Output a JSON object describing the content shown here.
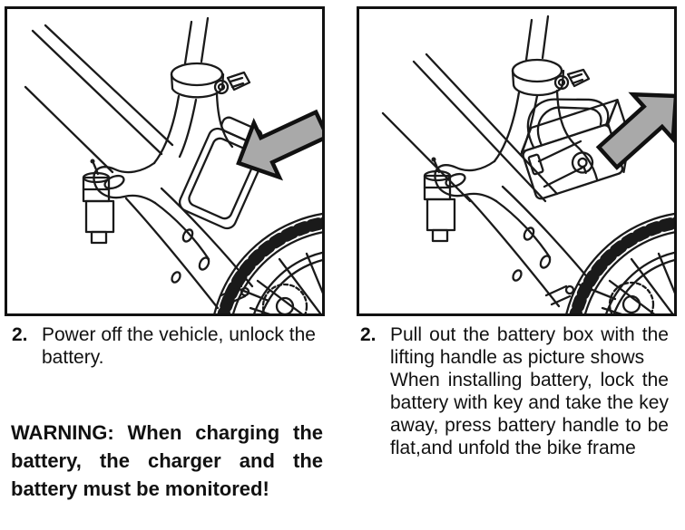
{
  "colors": {
    "background": "#ffffff",
    "ink": "#1a1a1a",
    "panel_border": "#111111",
    "arrow_fill": "#a9a9a9"
  },
  "left_column": {
    "step_number": "2.",
    "instruction": "Power off the vehicle, unlock the battery.",
    "warning": "WARNING: When charging the battery, the charger and the battery must be monitored!",
    "figure_alt": "bike-frame-battery-locked"
  },
  "right_column": {
    "step_number": "2.",
    "instruction_part1": "Pull out the battery box with the lifting handle as picture shows",
    "instruction_part2": "When installing battery, lock the battery with key and take the key away, press battery handle to be flat,and unfold the bike frame",
    "figure_alt": "bike-frame-battery-pulled-out"
  }
}
